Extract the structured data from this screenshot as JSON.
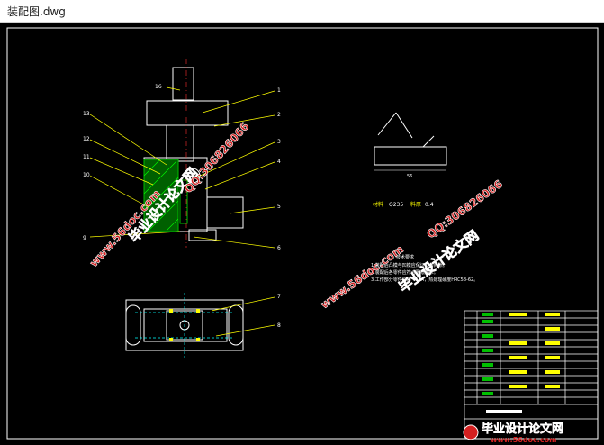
{
  "window": {
    "title": "装配图.dwg"
  },
  "drawing": {
    "callouts_left": [
      "13",
      "12",
      "11",
      "10",
      "9"
    ],
    "callouts_right": [
      "1",
      "2",
      "3",
      "4",
      "5",
      "6"
    ],
    "callout_top": "16",
    "callouts_plan": [
      "7",
      "8"
    ],
    "part_dim": "56",
    "material_label": "材料",
    "material_value": "Q235",
    "thickness_label": "料厚",
    "thickness_value": "0.4",
    "tech_title": "技术要求",
    "tech_lines": [
      "1.装配后凸模与凹模应保证均匀间隙。",
      "2.装配后各零件应符合图纸要求。",
      "3.工作部分零件采用 T10A，热处理硬度HRC58-62。"
    ]
  },
  "watermarks": {
    "site": "毕业设计论文网",
    "url": "www.56doc.com",
    "qq": "QQ:306826066",
    "footer_logo": "毕业设计论文网",
    "footer_url": "www.56doc.com"
  },
  "colors": {
    "canvas": "#000000",
    "line": "#ffffff",
    "leader": "#ffff00",
    "hatch": "#00c000",
    "watermark": "#d42020",
    "cyan": "#00ffff"
  }
}
